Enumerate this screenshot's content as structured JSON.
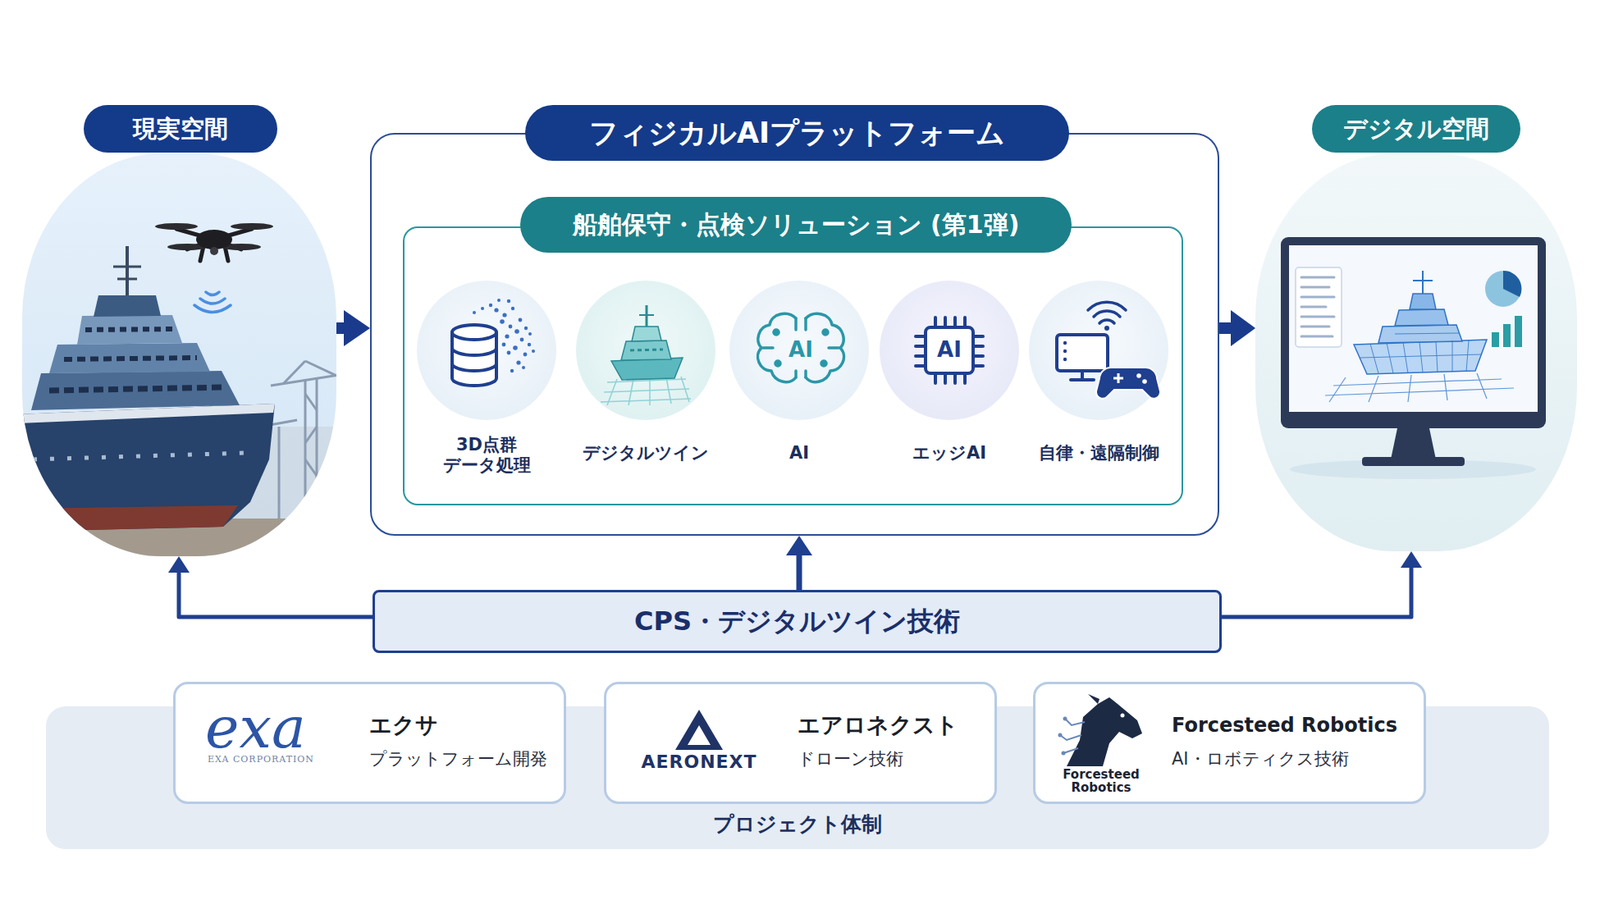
{
  "diagram": {
    "nodes": [
      {
        "text": [
          "現実空間"
        ]
      },
      {
        "text": [
          "フィジカルAIプラットフォーム"
        ]
      },
      {
        "text": [
          "船舶保守・点検ソリューション (第1弾)"
        ],
        "in": 1
      },
      {
        "text": [
          "3D点群 データ処理"
        ],
        "in": 2
      },
      {
        "text": [
          "デジタルツイン"
        ],
        "in": 2
      },
      {
        "text": [
          "AI"
        ],
        "in": 2
      },
      {
        "text": [
          "エッジAI"
        ],
        "in": 2
      },
      {
        "text": [
          "自律・遠隔制御"
        ],
        "in": 2
      },
      {
        "text": [
          "デジタル空間"
        ]
      },
      {
        "text": [
          "CPS・デジタルツイン技術"
        ]
      },
      {
        "text": [
          "プロジェクト体制"
        ]
      },
      {
        "text": [
          "エクサ",
          "プラットフォーム開発"
        ],
        "in": 10
      },
      {
        "text": [
          "エアロネクスト",
          "ドローン技術"
        ],
        "in": 10
      },
      {
        "text": [
          "Forcesteed Robotics",
          "AI・ロボティクス技術"
        ],
        "in": 10
      }
    ],
    "edges": [
      {
        "from": 0,
        "to": 1,
        "arrow": "to"
      },
      {
        "from": 1,
        "to": 8,
        "arrow": "to"
      },
      {
        "from": 9,
        "to": 1,
        "arrow": "to"
      },
      {
        "from": 9,
        "to": 0,
        "arrow": "to"
      },
      {
        "from": 9,
        "to": 8,
        "arrow": "to"
      }
    ],
    "labels": [
      "AI",
      "AI",
      "exa",
      "EXA CORPORATION",
      "AERONEXT",
      "Forcesteed Robotics"
    ]
  }
}
